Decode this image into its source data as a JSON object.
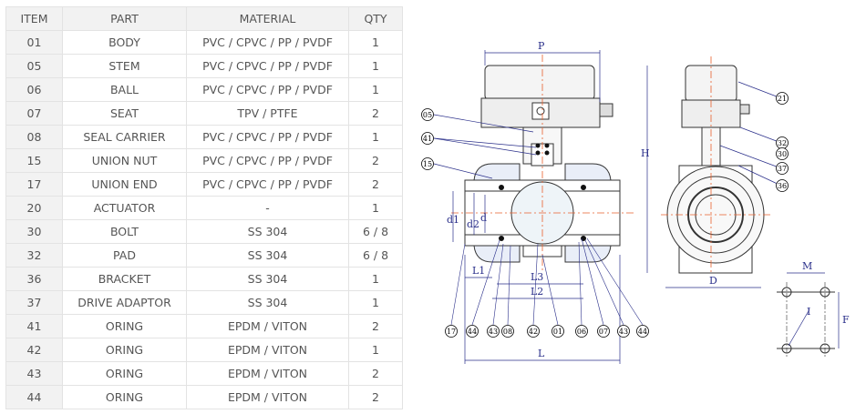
{
  "table": {
    "headers": [
      "ITEM",
      "PART",
      "MATERIAL",
      "QTY"
    ],
    "rows": [
      {
        "item": "01",
        "part": "BODY",
        "material": "PVC / CPVC / PP / PVDF",
        "qty": "1"
      },
      {
        "item": "05",
        "part": "STEM",
        "material": "PVC / CPVC / PP / PVDF",
        "qty": "1"
      },
      {
        "item": "06",
        "part": "BALL",
        "material": "PVC / CPVC / PP / PVDF",
        "qty": "1"
      },
      {
        "item": "07",
        "part": "SEAT",
        "material": "TPV / PTFE",
        "qty": "2"
      },
      {
        "item": "08",
        "part": "SEAL CARRIER",
        "material": "PVC / CPVC / PP / PVDF",
        "qty": "1"
      },
      {
        "item": "15",
        "part": "UNION NUT",
        "material": "PVC / CPVC / PP / PVDF",
        "qty": "2"
      },
      {
        "item": "17",
        "part": "UNION END",
        "material": "PVC / CPVC / PP / PVDF",
        "qty": "2"
      },
      {
        "item": "20",
        "part": "ACTUATOR",
        "material": "-",
        "qty": "1"
      },
      {
        "item": "30",
        "part": "BOLT",
        "material": "SS 304",
        "qty": "6 / 8"
      },
      {
        "item": "32",
        "part": "PAD",
        "material": "SS 304",
        "qty": "6 / 8"
      },
      {
        "item": "36",
        "part": "BRACKET",
        "material": "SS 304",
        "qty": "1"
      },
      {
        "item": "37",
        "part": "DRIVE ADAPTOR",
        "material": "SS 304",
        "qty": "1"
      },
      {
        "item": "41",
        "part": "ORING",
        "material": "EPDM / VITON",
        "qty": "2"
      },
      {
        "item": "42",
        "part": "ORING",
        "material": "EPDM / VITON",
        "qty": "1"
      },
      {
        "item": "43",
        "part": "ORING",
        "material": "EPDM / VITON",
        "qty": "2"
      },
      {
        "item": "44",
        "part": "ORING",
        "material": "EPDM / VITON",
        "qty": "2"
      }
    ]
  },
  "drawing": {
    "dimension_labels": {
      "P": "P",
      "H": "H",
      "D": "D",
      "L": "L",
      "L1": "L1",
      "L2": "L2",
      "L3": "L3",
      "d": "d",
      "d1": "d1",
      "d2": "d2",
      "M": "M",
      "F": "F",
      "I": "I"
    },
    "callouts_left": [
      "05",
      "41",
      "15"
    ],
    "callouts_bottom": [
      "17",
      "44",
      "43",
      "08",
      "42",
      "01",
      "06",
      "07",
      "43",
      "44"
    ],
    "callouts_right": [
      "21",
      "32",
      "30",
      "37",
      "36"
    ],
    "colors": {
      "dimension": "#2a2f8a",
      "centerline": "#e8602c",
      "outline": "#333333"
    }
  }
}
